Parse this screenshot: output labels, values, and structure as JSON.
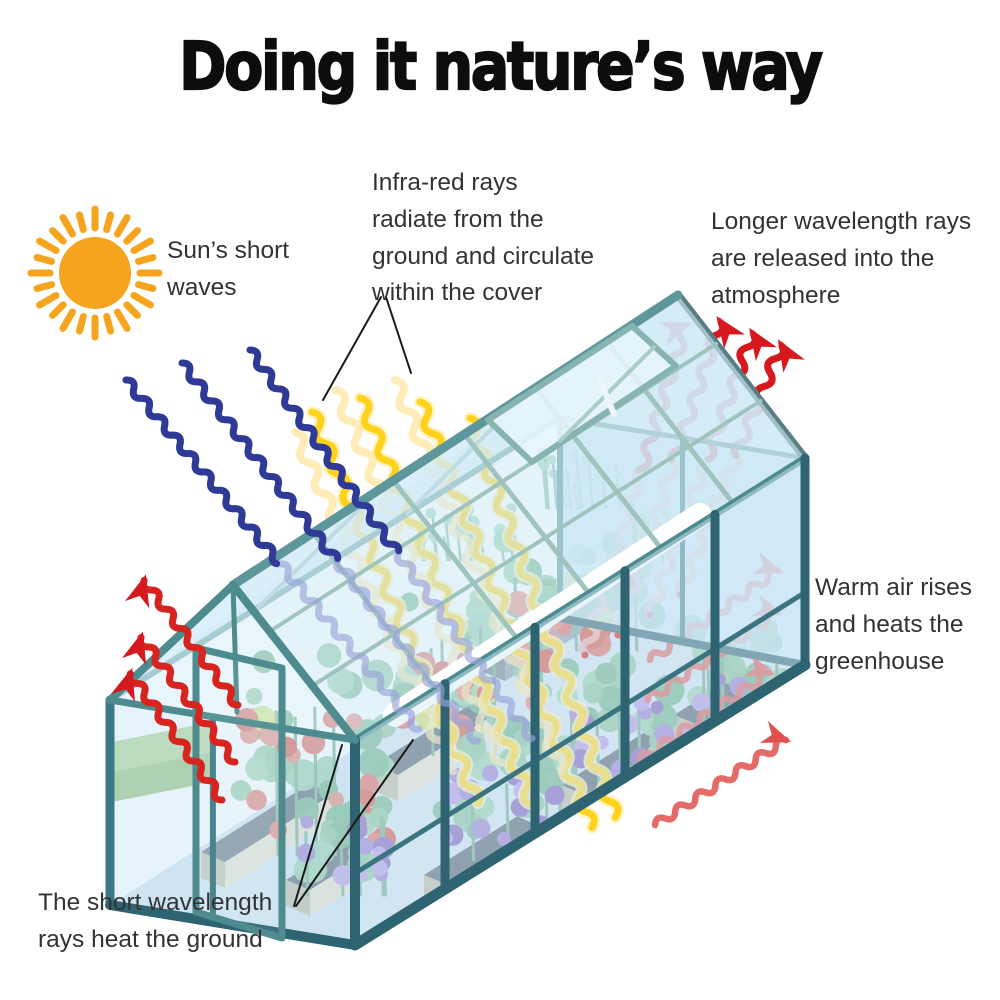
{
  "title": "Doing it nature’s way",
  "annotations": {
    "sun_short_waves": "Sun’s short\nwaves",
    "infrared_rays": "Infra-red rays\nradiate from the\nground and circulate\nwithin the cover",
    "longer_wavelength": "Longer wavelength rays\nare released into the\natmosphere",
    "warm_air": "Warm air rises\nand heats the\ngreenhouse",
    "short_wavelength": "The short wavelength\nrays heat the ground"
  },
  "icons": [
    {
      "name": "sun-icon",
      "meaning": "sun emitting short-wave radiation"
    },
    {
      "name": "blue-wave-arrows",
      "meaning": "sun's short-wave rays entering greenhouse"
    },
    {
      "name": "yellow-wave-arrows",
      "meaning": "infra-red rays radiating from the ground"
    },
    {
      "name": "red-exit-arrows",
      "meaning": "longer wavelength rays released to atmosphere"
    },
    {
      "name": "red-left-arrows",
      "meaning": "warm air rising at the gable end"
    },
    {
      "name": "red-inside-arrows",
      "meaning": "warm air rising inside the greenhouse"
    }
  ],
  "colors": {
    "sun_orange": "#F6A41D",
    "short_wave_blue": "#2E3A96",
    "infrared_yellow": "#FFD21E",
    "warm_red": "#D6181F",
    "frame_teal_dark": "#2E6371",
    "frame_teal_mid": "#4D8B8F",
    "glass_blue": "#D2EBF7",
    "foliage_green": "#7FBF94",
    "tomato_red": "#E0645A",
    "flower_purple": "#9577CC"
  }
}
